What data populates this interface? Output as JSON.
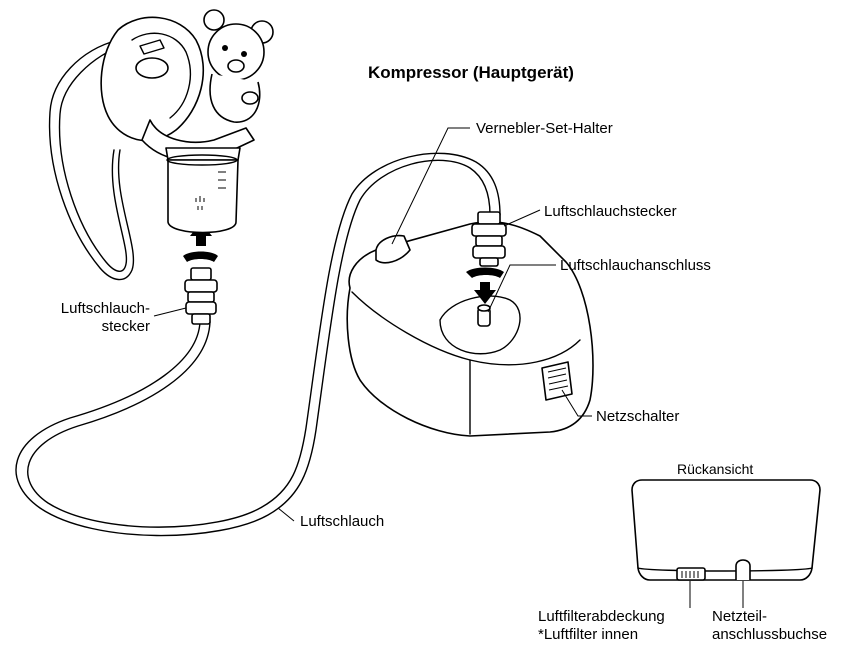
{
  "title": "Kompressor (Hauptgerät)",
  "labels": {
    "holder": "Vernebler-Set-Halter",
    "plug_right": "Luftschlauchstecker",
    "port": "Luftschlauchanschluss",
    "plug_left_line1": "Luftschlauch-",
    "plug_left_line2": "stecker",
    "power_switch": "Netzschalter",
    "tube": "Luftschlauch",
    "back_view": "Rückansicht",
    "filter_cover_line1": "Luftfilterabdeckung",
    "filter_cover_line2": "*Luftfilter innen",
    "power_socket_line1": "Netzteil-",
    "power_socket_line2": "anschlussbuchse"
  },
  "icons": [
    "nebulizer-mask-icon",
    "teddy-bear-icon",
    "compressor-icon",
    "air-tube-icon",
    "rear-view-icon"
  ]
}
